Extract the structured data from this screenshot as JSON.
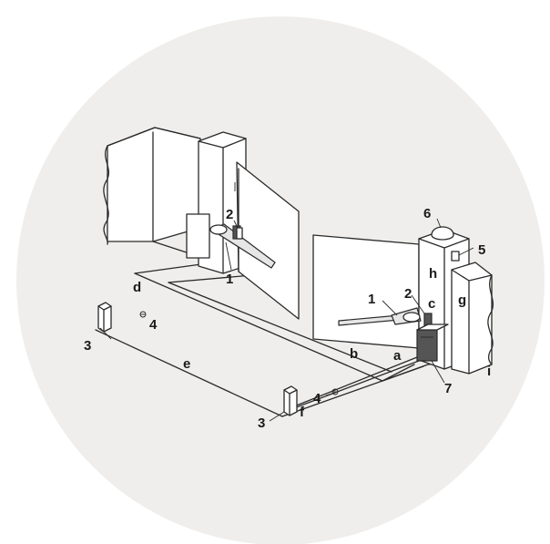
{
  "colors": {
    "background_circle": "#efeeec",
    "line": "#2a2a2a",
    "surface": "#ffffff"
  },
  "labels": {
    "n1_left": "1",
    "n2_left": "2",
    "n1_right": "1",
    "n2_right": "2",
    "n3_left": "3",
    "n3_right": "3",
    "n4_left": "4",
    "n4_right": "4",
    "n5": "5",
    "n6": "6",
    "n7": "7",
    "a": "a",
    "b": "b",
    "c": "c",
    "d": "d",
    "e": "e",
    "f": "f",
    "g": "g",
    "h": "h",
    "i": "i"
  }
}
